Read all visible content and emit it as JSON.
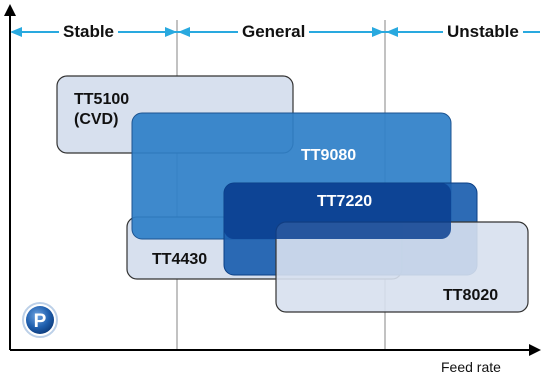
{
  "zones": {
    "stable": "Stable",
    "general": "General",
    "unstable": "Unstable"
  },
  "grades": {
    "tt5100": "TT5100\n(CVD)",
    "tt9080": "TT9080",
    "tt7220": "TT7220",
    "tt4430": "TT4430",
    "tt8020": "TT8020"
  },
  "axis": {
    "x_label": "Feed rate"
  },
  "badge": {
    "letter": "P",
    "icon": "iso-p-badge-icon"
  },
  "colors": {
    "light_box": "#d7e0ee",
    "mid_box": "#2f80c8",
    "dark_box": "#0a3f91",
    "arrow": "#29a9df",
    "guide": "#999999",
    "badge": "#1f5fae"
  }
}
